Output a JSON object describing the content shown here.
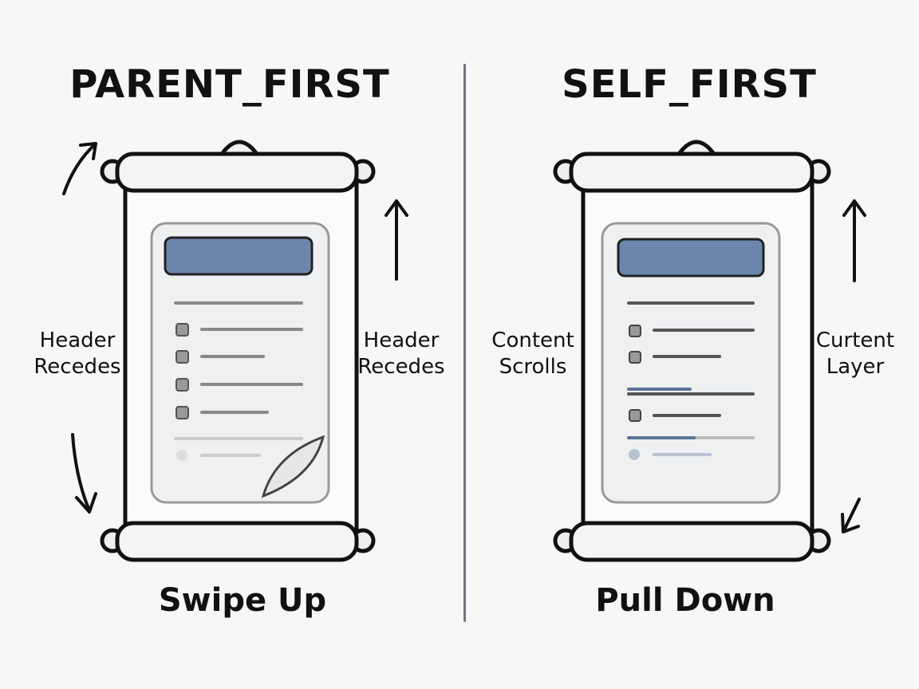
{
  "panels": [
    {
      "title": "PARENT_FIRST",
      "caption": "Swipe Up",
      "left_label": [
        "Header",
        "Recedes"
      ],
      "right_label": [
        "Header",
        "Recedes"
      ]
    },
    {
      "title": "SELF_FIRST",
      "caption": "Pull Down",
      "left_label": [
        "Content",
        "Scrolls"
      ],
      "right_label": [
        "Curtent",
        "Layer"
      ]
    }
  ],
  "colors": {
    "header_bar": "#6b86aa",
    "accent_line": "#5c7599",
    "divider": "#6b7480"
  }
}
